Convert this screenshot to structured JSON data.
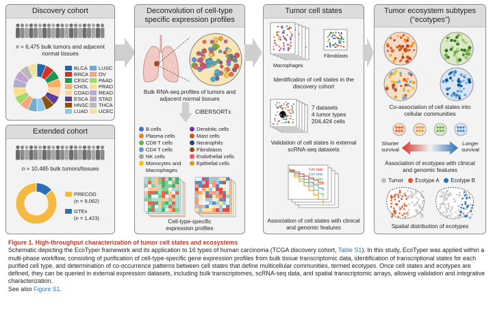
{
  "discovery": {
    "title": "Discovery cohort",
    "note_n": "n",
    "note": " = 6,475 bulk tumors and adjacent normal tissues",
    "cancers": [
      {
        "code": "BLCA",
        "color": "#2166ac"
      },
      {
        "code": "LUSC",
        "color": "#74add1"
      },
      {
        "code": "BRCA",
        "color": "#d73027"
      },
      {
        "code": "OV",
        "color": "#f4a582"
      },
      {
        "code": "CESC",
        "color": "#1a9850"
      },
      {
        "code": "PAAD",
        "color": "#a6d96a"
      },
      {
        "code": "CHOL",
        "color": "#fdae61"
      },
      {
        "code": "PRAD",
        "color": "#fee08b"
      },
      {
        "code": "COAD",
        "color": "#fdd49e"
      },
      {
        "code": "READ",
        "color": "#b2abd2"
      },
      {
        "code": "ESCA",
        "color": "#5e3c99"
      },
      {
        "code": "STAD",
        "color": "#c2a5cf"
      },
      {
        "code": "HNSC",
        "color": "#8c510a"
      },
      {
        "code": "THCA",
        "color": "#bababa"
      },
      {
        "code": "LUAD",
        "color": "#8ec9e8"
      },
      {
        "code": "UCEC",
        "color": "#f1e3a0"
      }
    ]
  },
  "extended": {
    "title": "Extended cohort",
    "note_n": "n",
    "note": " = 10,485 bulk tumors/tissues",
    "precog_label": "PRECOG",
    "precog_n": "(n = 9,062)",
    "gtex_label": "GTEx",
    "gtex_n": "(n = 1,423)",
    "precog_color": "#f5b942",
    "gtex_color": "#2f6fb5"
  },
  "deconv": {
    "title": "Deconvolution of cell-type specific expression profiles",
    "bulk_text": "Bulk RNA-seq profiles of tumors and adjacent normal tissues",
    "method": "CIBERSORTx",
    "cells_left": [
      "B cells",
      "Plasma cells",
      "CD8 T cells",
      "CD4 T cells",
      "NK cells",
      "Monocytes and",
      "Macrophages"
    ],
    "cells_right": [
      "Dendritic cells",
      "Mast cells",
      "Neutrophils",
      "Fibroblasts",
      "Endothelial cells",
      "Epithelial cells"
    ],
    "profiles_text": "Cell-type-specific expression profiles"
  },
  "states": {
    "title": "Tumor cell states",
    "macrophages": "Macrophages",
    "fibroblasts": "Fibroblasts",
    "identification": "Identification of cell states in the discovery cohort",
    "datasets": "7 datasets",
    "tumor_types": "4 tumor types",
    "cells": "204,424 cells",
    "validation": "Validation of cell states in external scRNA-seq datasets",
    "association": "Association of cell states with clinical and genomic features",
    "curve_labels": [
      "Cell state",
      "Cell state",
      "Cell state",
      "Cell state"
    ]
  },
  "ecotypes": {
    "title": "Tumor ecosystem subtypes (“ecotypes”)",
    "co_assoc": "Co-association of cell states into cellular communities",
    "shorter": "Shorter survival",
    "longer": "Longer survival",
    "assoc": "Association of ecotypes with clinical and genomic features",
    "leg_tumor": "Tumor",
    "leg_a": "Ecotype A",
    "leg_b": "Ecotype B",
    "spatial": "Spatial distribution of ecotypes",
    "color_a": "#e8582a",
    "color_b": "#2f6fb5"
  },
  "caption": {
    "fig_label": "Figure 1. High-throughput characterization of tumor cell states and ecosystems",
    "body_1": "Schematic depicting the EcoTyper framework and its application to 16 types of human carcinoma (TCGA discovery cohort, ",
    "table_link": "Table S1",
    "body_2": "). In this study, EcoTyper was applied within a multi-phase workflow, consisting of purification of cell-type-specific gene expression profiles from bulk tissue transcriptomic data, identification of transcriptional states for each purified cell type, and determination of co-occurrence patterns between cell states that define multicellular communities, termed ecotypes. Once cell states and ecotypes are defined, they can be queried in external expression datasets, including bulk transcriptomes, scRNA-seq data, and spatial transcriptomic arrays, allowing validation and integrative characterization.",
    "see_also": "See also ",
    "fig_link": "Figure S1",
    "end": "."
  }
}
